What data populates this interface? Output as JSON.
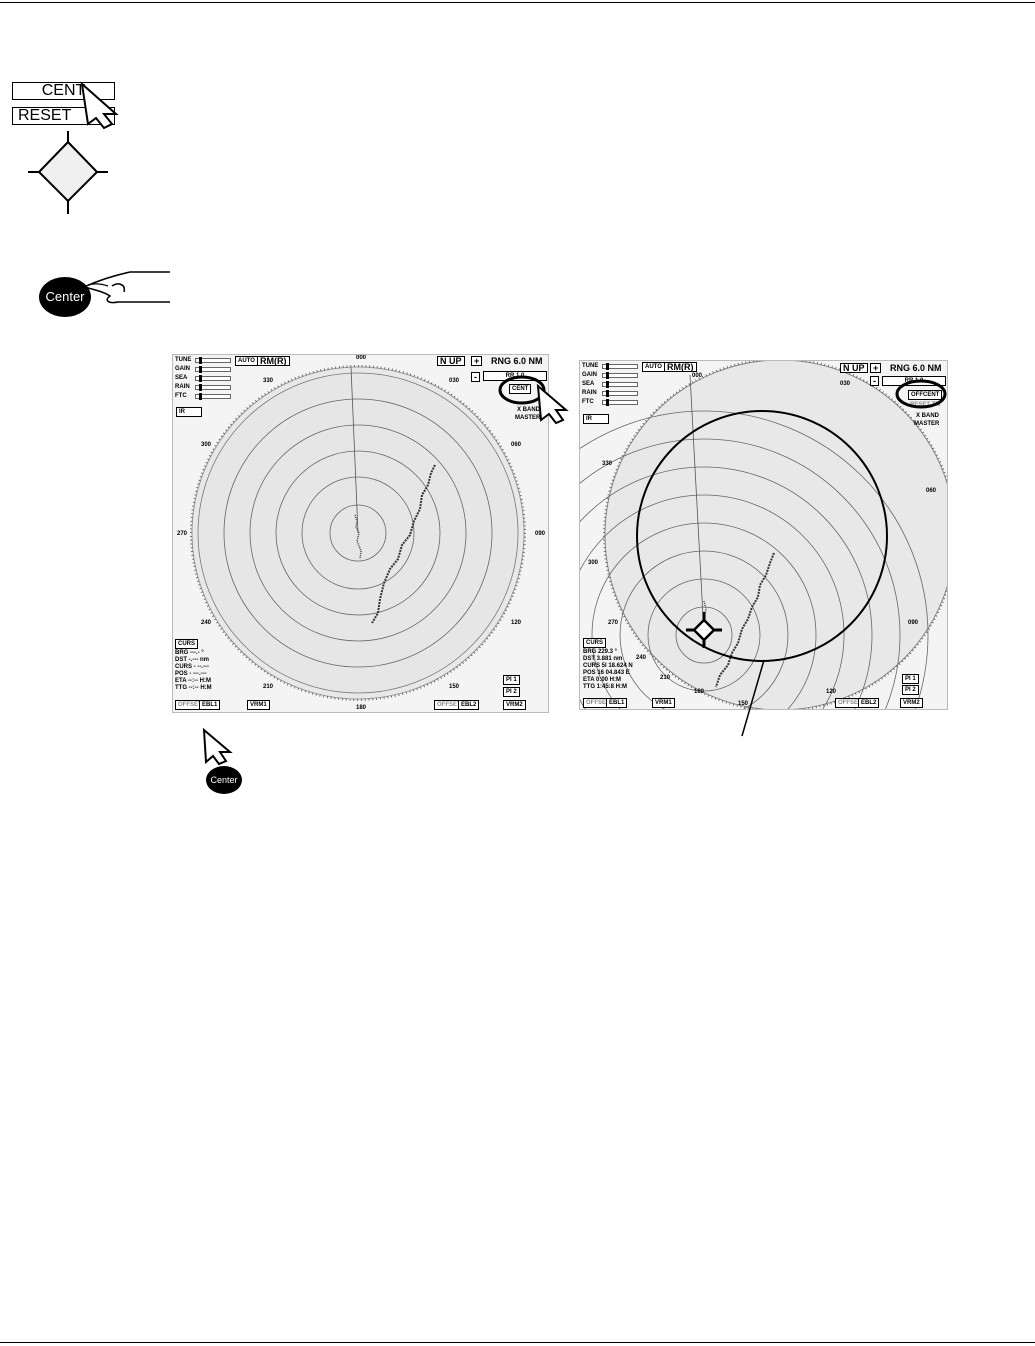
{
  "legend": {
    "cent_label": "CENT",
    "reset_label": "RESET",
    "center_key_label": "Center"
  },
  "left_display": {
    "controls": [
      "TUNE",
      "GAIN",
      "SEA",
      "RAIN",
      "FTC"
    ],
    "auto_label": "AUTO",
    "mode_label": "RM(R)",
    "nup_label": "N UP",
    "plus_label": "+",
    "minus_label": "-",
    "range_label": "RNG 6.0 NM",
    "rr_label": "RR 1.0",
    "cent_label": "CENT",
    "band_line1": "X BAND",
    "band_line2": "MASTER",
    "ir_label": "IR",
    "bearings": {
      "b000": "000",
      "b030": "030",
      "b060": "060",
      "b090": "090",
      "b120": "120",
      "b150": "150",
      "b180": "180",
      "b210": "210",
      "b240": "240",
      "b270": "270",
      "b300": "300",
      "b330": "330"
    },
    "curs_label": "CURS",
    "readout": [
      "BRG   ---.-   °",
      "DST   -.---   nm",
      "CURS  - --.---",
      "POS   - ---.---",
      "ETA   --:--  H:M",
      "TTG   --:--  H:M"
    ],
    "pi1": "PI 1",
    "pi2": "PI 2",
    "offset_label": "OFFSET",
    "ebl1": "EBL1",
    "vrm1": "VRM1",
    "offset2_label": "OFFSET",
    "ebl2": "EBL2",
    "vrm2": "VRM2"
  },
  "right_display": {
    "controls": [
      "TUNE",
      "GAIN",
      "SEA",
      "RAIN",
      "FTC"
    ],
    "auto_label": "AUTO",
    "mode_label": "RM(R)",
    "nup_label": "N UP",
    "plus_label": "+",
    "minus_label": "-",
    "range_label": "RNG 6.0 NM",
    "rr_label": "RR 1.0",
    "offcent_label": "OFFCENT",
    "reset_tm_label": "RESET TM",
    "band_line1": "X BAND",
    "band_line2": "MASTER",
    "ir_label": "IR",
    "bearings": {
      "b000": "000",
      "b030": "030",
      "b060": "060",
      "b090": "090",
      "b120": "120",
      "b150": "150",
      "b180": "180",
      "b210": "210",
      "b240": "240",
      "b270": "270",
      "b300": "300",
      "b330": "330"
    },
    "curs_label": "CURS",
    "readout": [
      "BRG   229.3   °",
      "DST   3.881   nm",
      "CURS  5I  18.624 N",
      "POS   16  04.843 E",
      "ETA   0:00   H:M",
      "TTG   1:45:8  H:M"
    ],
    "pi1": "PI 1",
    "pi2": "PI 2",
    "offset_label": "OFFSET",
    "ebl1": "EBL1",
    "vrm1": "VRM1",
    "offset2_label": "OFFSET",
    "ebl2": "EBL2",
    "vrm2": "VRM2"
  },
  "footer_key_label": "Center"
}
